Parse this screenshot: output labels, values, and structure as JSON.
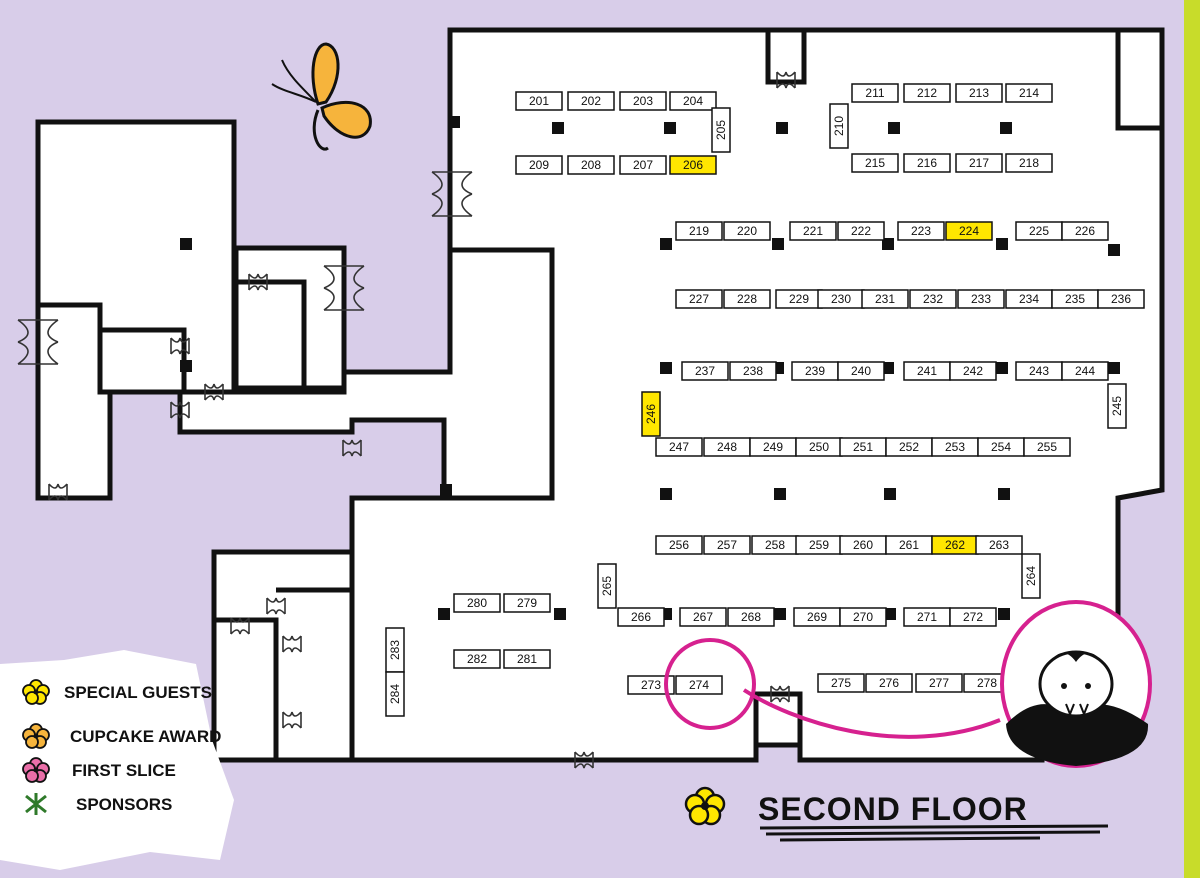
{
  "map": {
    "floor_title": "SECOND FLOOR",
    "colors": {
      "background": "#d8cde9",
      "floor": "#ffffff",
      "wall": "#111111",
      "highlight": "#ffe600",
      "edge_green": "#c8dc2a",
      "butterfly": "#f6b43c",
      "route_magenta": "#d6218f"
    },
    "legend": [
      {
        "label": "SPECIAL GUESTS",
        "icon": "yellow-flower-icon",
        "color": "#ffe600"
      },
      {
        "label": "CUPCAKE AWARD",
        "icon": "orange-flower-icon",
        "color": "#f6b43c"
      },
      {
        "label": "FIRST SLICE",
        "icon": "pink-flower-icon",
        "color": "#ea6ea8"
      },
      {
        "label": "SPONSORS",
        "icon": "green-star-icon",
        "color": "#2f7a2a"
      }
    ],
    "booths": [
      {
        "id": "201"
      },
      {
        "id": "202"
      },
      {
        "id": "203"
      },
      {
        "id": "204"
      },
      {
        "id": "205"
      },
      {
        "id": "206",
        "category": "special-guests"
      },
      {
        "id": "207"
      },
      {
        "id": "208"
      },
      {
        "id": "209"
      },
      {
        "id": "210"
      },
      {
        "id": "211"
      },
      {
        "id": "212"
      },
      {
        "id": "213"
      },
      {
        "id": "214"
      },
      {
        "id": "215"
      },
      {
        "id": "216"
      },
      {
        "id": "217"
      },
      {
        "id": "218"
      },
      {
        "id": "219"
      },
      {
        "id": "220"
      },
      {
        "id": "221"
      },
      {
        "id": "222"
      },
      {
        "id": "223"
      },
      {
        "id": "224",
        "category": "special-guests"
      },
      {
        "id": "225"
      },
      {
        "id": "226"
      },
      {
        "id": "227"
      },
      {
        "id": "228"
      },
      {
        "id": "229"
      },
      {
        "id": "230"
      },
      {
        "id": "231"
      },
      {
        "id": "232"
      },
      {
        "id": "233"
      },
      {
        "id": "234"
      },
      {
        "id": "235"
      },
      {
        "id": "236"
      },
      {
        "id": "237"
      },
      {
        "id": "238"
      },
      {
        "id": "239"
      },
      {
        "id": "240"
      },
      {
        "id": "241"
      },
      {
        "id": "242"
      },
      {
        "id": "243"
      },
      {
        "id": "244"
      },
      {
        "id": "245"
      },
      {
        "id": "246",
        "category": "special-guests"
      },
      {
        "id": "247"
      },
      {
        "id": "248"
      },
      {
        "id": "249"
      },
      {
        "id": "250"
      },
      {
        "id": "251"
      },
      {
        "id": "252"
      },
      {
        "id": "253"
      },
      {
        "id": "254"
      },
      {
        "id": "255"
      },
      {
        "id": "256"
      },
      {
        "id": "257"
      },
      {
        "id": "258"
      },
      {
        "id": "259"
      },
      {
        "id": "260"
      },
      {
        "id": "261"
      },
      {
        "id": "262",
        "category": "special-guests"
      },
      {
        "id": "263"
      },
      {
        "id": "264"
      },
      {
        "id": "265"
      },
      {
        "id": "266"
      },
      {
        "id": "267"
      },
      {
        "id": "268"
      },
      {
        "id": "269"
      },
      {
        "id": "270"
      },
      {
        "id": "271"
      },
      {
        "id": "272"
      },
      {
        "id": "273"
      },
      {
        "id": "274",
        "circled": true
      },
      {
        "id": "275"
      },
      {
        "id": "276"
      },
      {
        "id": "277"
      },
      {
        "id": "278"
      },
      {
        "id": "279"
      },
      {
        "id": "280"
      },
      {
        "id": "281"
      },
      {
        "id": "282"
      },
      {
        "id": "283"
      },
      {
        "id": "284"
      }
    ]
  }
}
